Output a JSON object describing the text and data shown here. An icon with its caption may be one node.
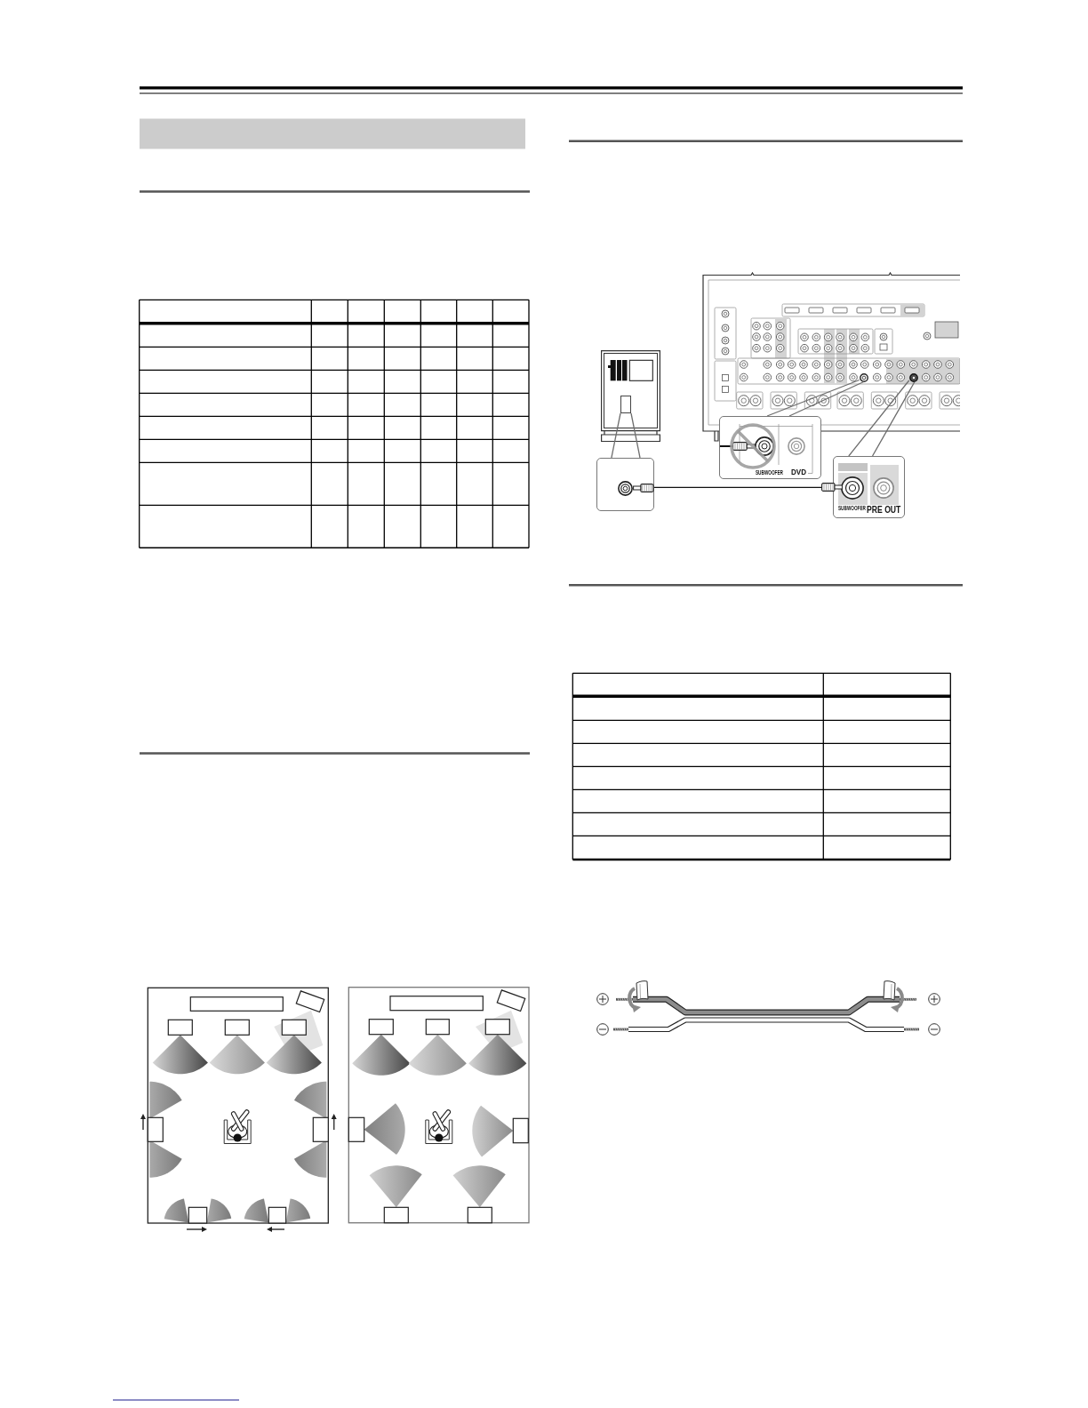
{
  "diagram": {
    "nodes": [
      {
        "text": [],
        "shape": "picture"
      },
      {
        "text": [],
        "shape": "circle",
        "in": 0
      },
      {
        "text": [],
        "shape": "circle",
        "in": 0
      },
      {
        "text": [],
        "shape": "picture"
      },
      {
        "text": [],
        "shape": "box",
        "in": 3
      },
      {
        "text": [
          "SUBWOOFER",
          "DVD"
        ]
      },
      {
        "text": [],
        "shape": "box"
      },
      {
        "text": [
          "SUBWOOFER",
          "PRE OUT"
        ]
      }
    ],
    "edges": [
      {
        "from": 1,
        "to": 5,
        "arrow": "none"
      },
      {
        "from": 2,
        "to": 7,
        "arrow": "none"
      },
      {
        "from": 4,
        "to": 6,
        "arrow": "none"
      },
      {
        "from": 6,
        "to": 7,
        "arrow": "none",
        "color": "#111111"
      }
    ]
  }
}
